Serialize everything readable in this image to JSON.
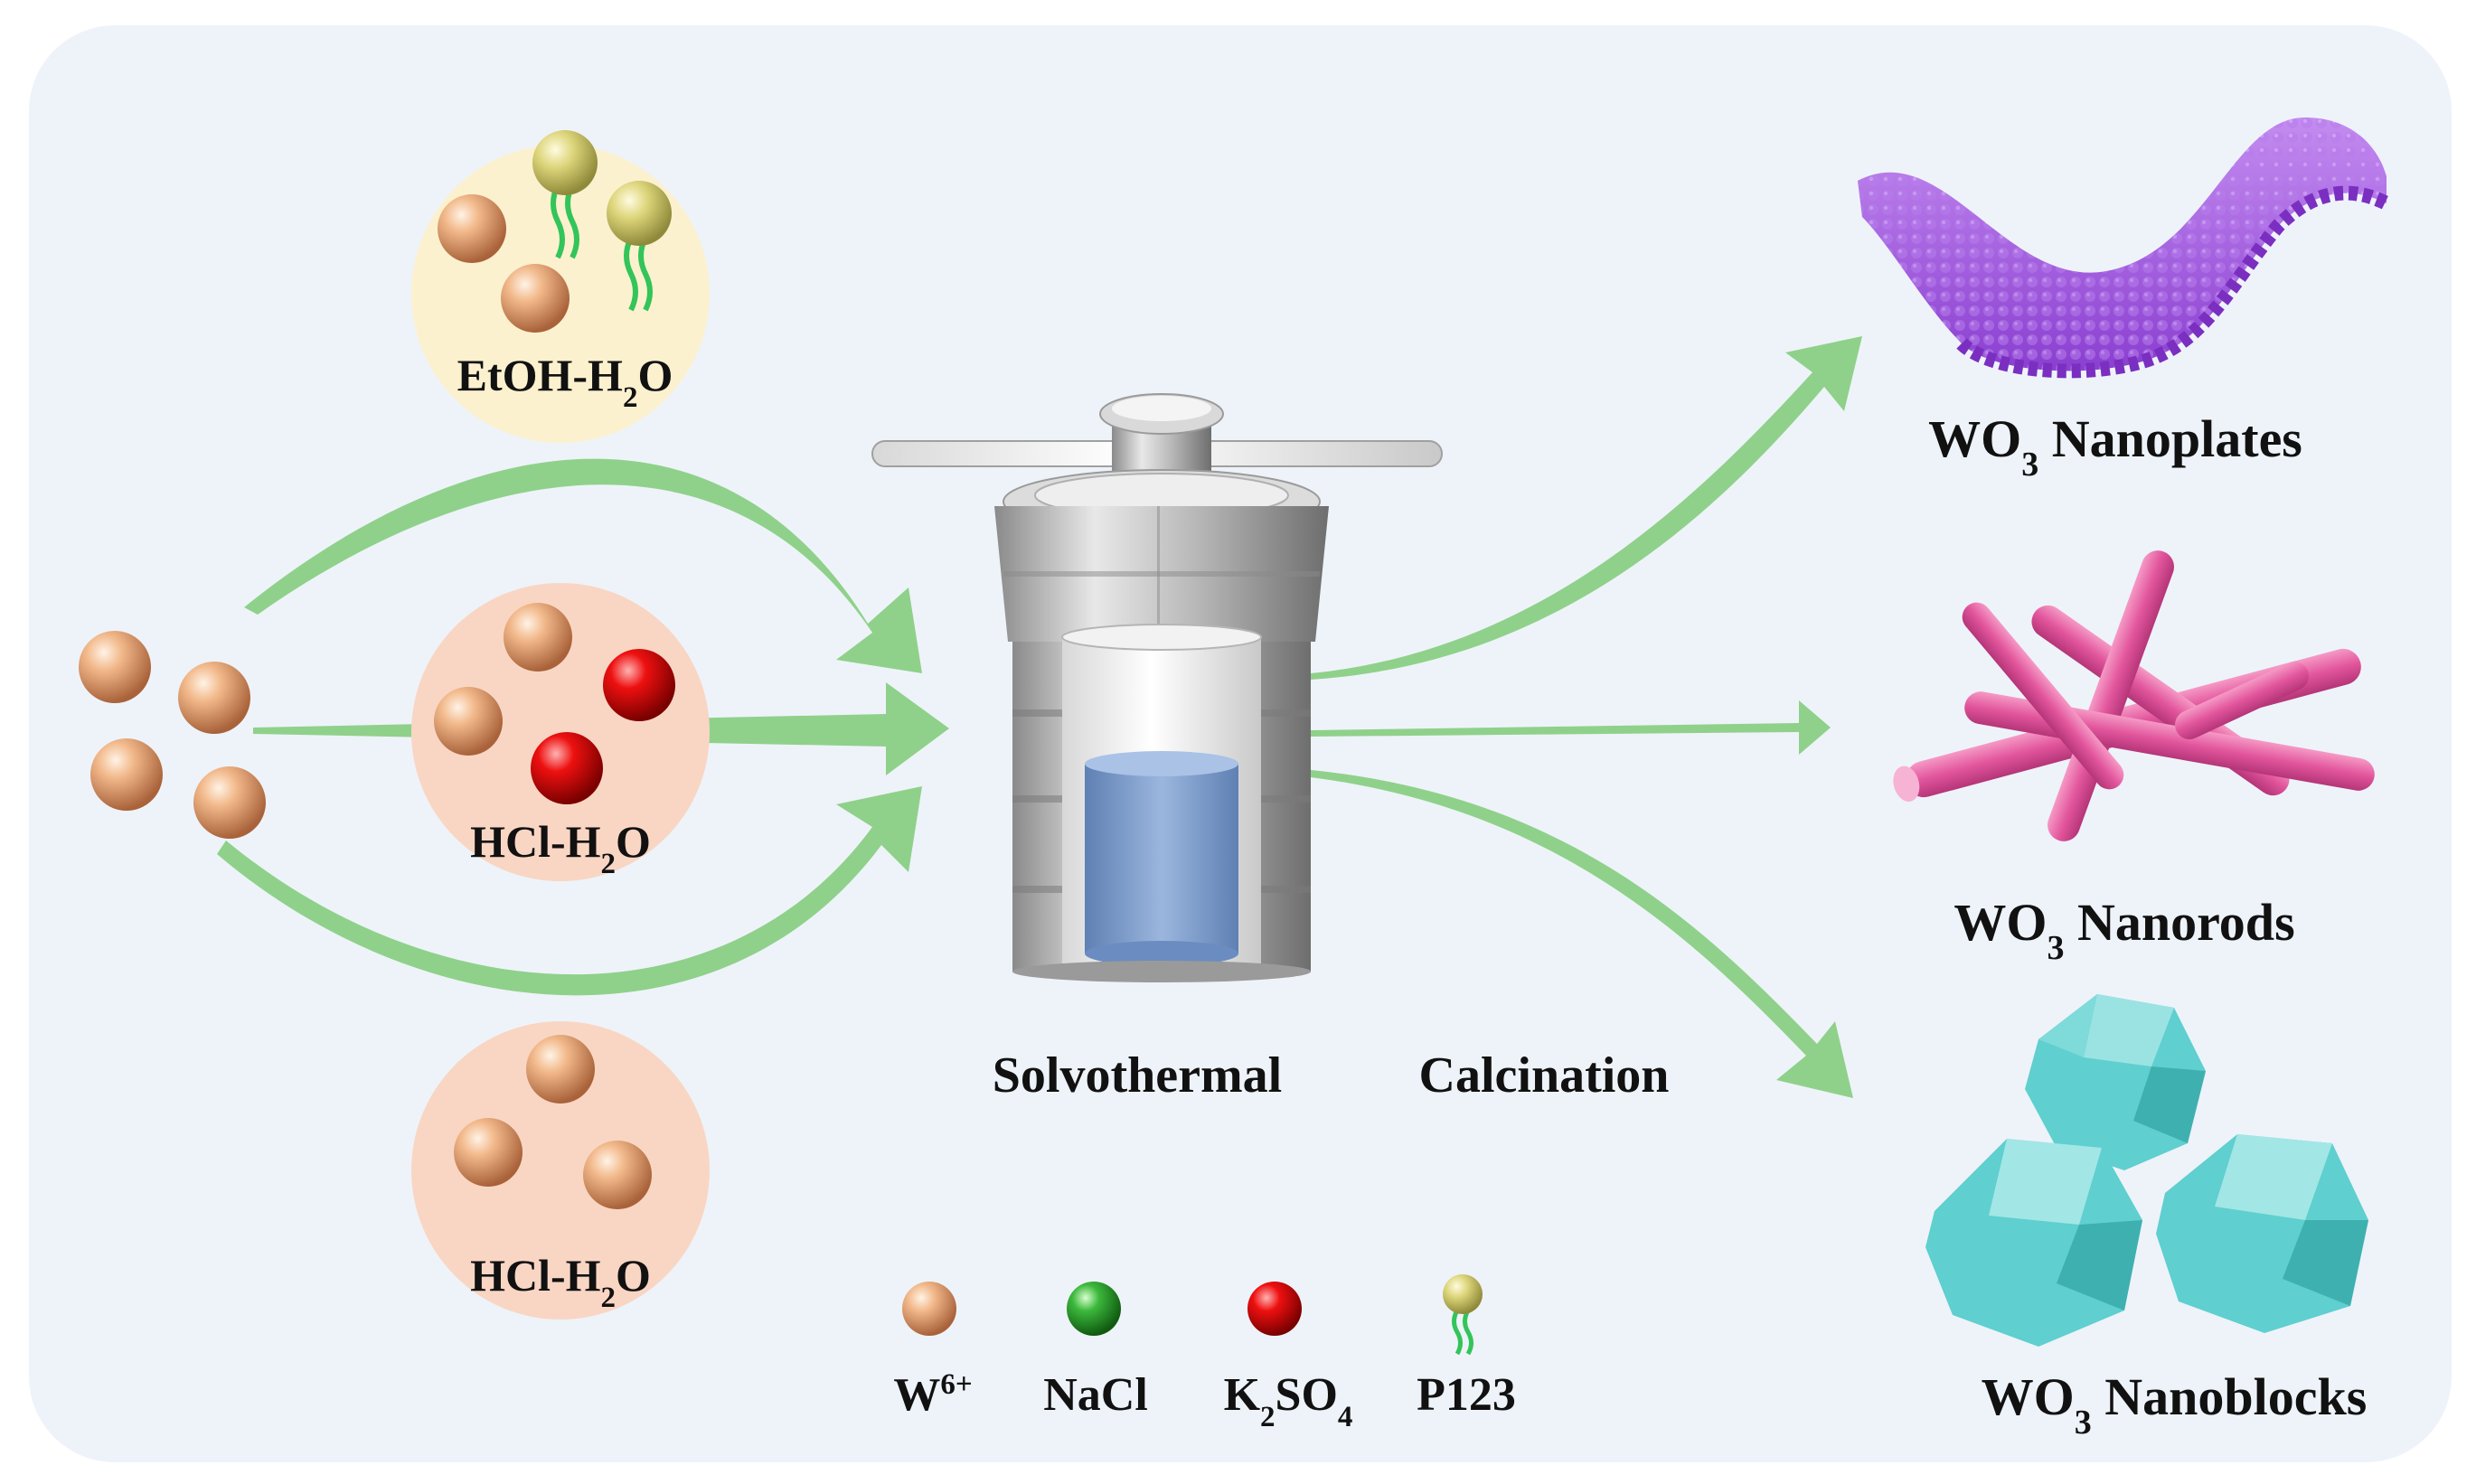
{
  "colors": {
    "panel_background": "#eef3f9",
    "arrow_green": "#8fd18a",
    "w6_sphere": "#e8a878",
    "nacl_sphere": "#2ea52e",
    "k2so4_sphere": "#e00000",
    "p123_head": "#d9d16a",
    "p123_tail": "#33c45a",
    "etoh_circle": "#fbf1cf",
    "hcl_circle": "#f9d6c3",
    "nanoplates": "#a35ee0",
    "nanorods": "#e0559b",
    "nanoblocks": "#5fcfcf",
    "reactor_metal": "#b3b3b3",
    "reactor_liquid": "#7a9ac9"
  },
  "solvents": {
    "top": {
      "main": "EtOH-H",
      "sub": "2",
      "tail": "O"
    },
    "middle": {
      "main": "HCl-H",
      "sub": "2",
      "tail": "O"
    },
    "bottom": {
      "main": "HCl-H",
      "sub": "2",
      "tail": "O"
    }
  },
  "process": {
    "step1": "Solvothermal",
    "step2": "Calcination"
  },
  "products": {
    "nanoplates": {
      "formula": "WO",
      "sub": "3",
      "name": " Nanoplates"
    },
    "nanorods": {
      "formula": "WO",
      "sub": "3",
      "name": " Nanorods"
    },
    "nanoblocks": {
      "formula": "WO",
      "sub": "3",
      "name": " Nanoblocks"
    }
  },
  "legend": {
    "w6": {
      "main": "W",
      "sup": "6+"
    },
    "nacl": {
      "main": "NaCl"
    },
    "k2so4": {
      "a": "K",
      "sub1": "2",
      "b": "SO",
      "sub2": "4"
    },
    "p123": {
      "main": "P123"
    }
  }
}
